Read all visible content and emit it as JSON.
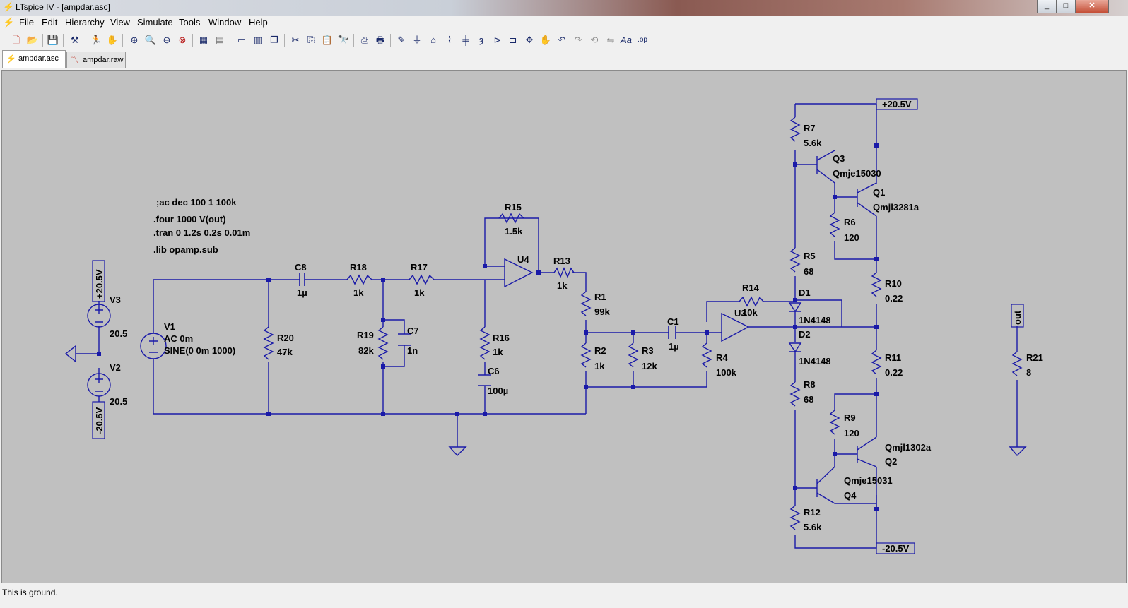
{
  "window": {
    "title": "LTspice IV - [ampdar.asc]",
    "minimize": "_",
    "maximize": "□",
    "close": "✕",
    "mdi_min": "_",
    "mdi_restore": "❐",
    "mdi_close": "✕"
  },
  "menu": [
    "File",
    "Edit",
    "Hierarchy",
    "View",
    "Simulate",
    "Tools",
    "Window",
    "Help"
  ],
  "tabs": [
    {
      "label": "ampdar.asc"
    },
    {
      "label": "ampdar.raw"
    }
  ],
  "toolbar_icons": [
    "new-schematic",
    "open",
    "save",
    "control-panel",
    "run",
    "halt",
    "zoom-in",
    "pan",
    "zoom-out",
    "zoom-fit",
    "autoscale",
    "tile-horiz",
    "tile-vert",
    "cascade",
    "cut",
    "copy",
    "paste",
    "find",
    "print-preview",
    "print",
    "draw-wire",
    "ground",
    "label-net",
    "resistor",
    "capacitor",
    "inductor",
    "diode",
    "component",
    "move",
    "drag",
    "undo",
    "redo",
    "rotate",
    "mirror",
    "text",
    "spice-directive"
  ],
  "directives": [
    ";ac dec 100 1 100k",
    ".four 1000 V(out)",
    ".tran 0 1.2s 0.2s 0.01m",
    ".lib opamp.sub"
  ],
  "labels": {
    "V3": "V3",
    "V3v": "20.5",
    "V2": "V2",
    "V2v": "20.5",
    "V1": "V1",
    "V1a": "AC 0m",
    "V1b": "SINE(0 0m 1000)",
    "R20": "R20",
    "R20v": "47k",
    "C8": "C8",
    "C8v": "1µ",
    "R18": "R18",
    "R18v": "1k",
    "R17": "R17",
    "R17v": "1k",
    "R19": "R19",
    "R19v": "82k",
    "C7": "C7",
    "C7v": "1n",
    "R15": "R15",
    "R15v": "1.5k",
    "U4": "U4",
    "R16": "R16",
    "R16v": "1k",
    "C6": "C6",
    "C6v": "100µ",
    "R13": "R13",
    "R13v": "1k",
    "R1": "R1",
    "R1v": "99k",
    "R2": "R2",
    "R2v": "1k",
    "R3": "R3",
    "R3v": "12k",
    "C1": "C1",
    "C1v": "1µ",
    "R4": "R4",
    "R4v": "100k",
    "R14": "R14",
    "R14v": "10k",
    "U3": "U3",
    "D1": "D1",
    "D1v": "1N4148",
    "D2": "D2",
    "D2v": "1N4148",
    "R7": "R7",
    "R7v": "5.6k",
    "Q3": "Q3",
    "Q3v": "Qmje15030",
    "Q1": "Q1",
    "Q1v": "Qmjl3281a",
    "R6": "R6",
    "R6v": "120",
    "R5": "R5",
    "R5v": "68",
    "R10": "R10",
    "R10v": "0.22",
    "R11": "R11",
    "R11v": "0.22",
    "R8": "R8",
    "R8v": "68",
    "R9": "R9",
    "R9v": "120",
    "Q2v": "Qmjl1302a",
    "Q2": "Q2",
    "Q4v": "Qmje15031",
    "Q4": "Q4",
    "R12": "R12",
    "R12v": "5.6k",
    "R21": "R21",
    "R21v": "8"
  },
  "net_labels": {
    "pos_rail": "+20.5V",
    "neg_rail": "-20.5V",
    "v3_top": "+20.5V",
    "v2_bot": "-20.5V",
    "out": "out"
  },
  "status": "This is ground."
}
